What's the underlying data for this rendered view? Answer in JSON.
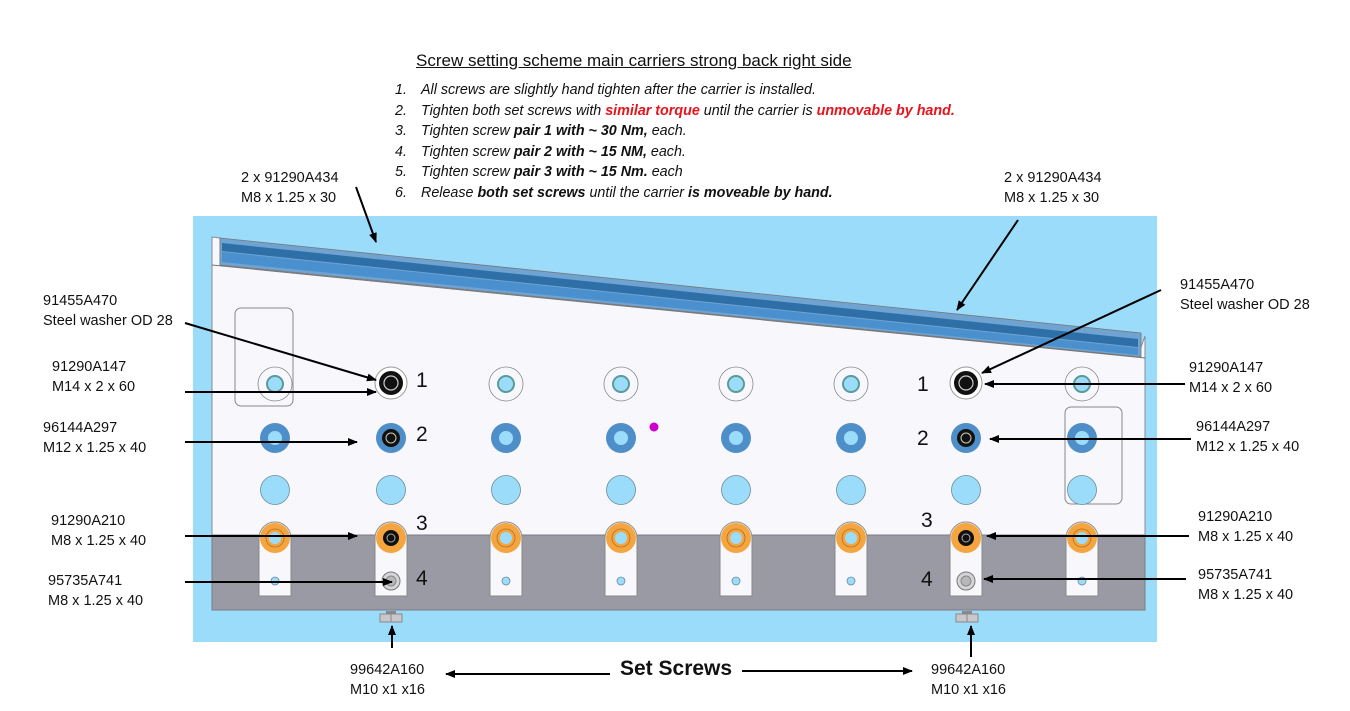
{
  "title": "Screw setting scheme main carriers strong back right side",
  "steps": [
    {
      "num": "1.",
      "parts": [
        {
          "t": "All screws are slightly hand tighten after the carrier is installed.",
          "s": "n"
        }
      ]
    },
    {
      "num": "2.",
      "parts": [
        {
          "t": "Tighten both set screws with ",
          "s": "n"
        },
        {
          "t": "similar torque",
          "s": "r"
        },
        {
          "t": " until the carrier is ",
          "s": "n"
        },
        {
          "t": "unmovable by hand.",
          "s": "r"
        }
      ]
    },
    {
      "num": "3.",
      "parts": [
        {
          "t": "Tighten screw ",
          "s": "n"
        },
        {
          "t": "pair 1 with ~ 30 Nm,",
          "s": "b"
        },
        {
          "t": " each.",
          "s": "n"
        }
      ]
    },
    {
      "num": "4.",
      "parts": [
        {
          "t": "Tighten screw ",
          "s": "n"
        },
        {
          "t": "pair 2 with ~ 15 NM,",
          "s": "b"
        },
        {
          "t": " each.",
          "s": "n"
        }
      ]
    },
    {
      "num": "5.",
      "parts": [
        {
          "t": "Tighten screw ",
          "s": "n"
        },
        {
          "t": "pair 3 with ~ 15 Nm.",
          "s": "b"
        },
        {
          "t": " each",
          "s": "n"
        }
      ]
    },
    {
      "num": "6.",
      "parts": [
        {
          "t": "Release ",
          "s": "n"
        },
        {
          "t": "both set screws",
          "s": "b"
        },
        {
          "t": " until the carrier ",
          "s": "n"
        },
        {
          "t": "is moveable by hand.",
          "s": "b"
        }
      ]
    }
  ],
  "labels": {
    "rail_screws_left": {
      "line1": "2 x 91290A434",
      "line2": "M8 x 1.25 x 30"
    },
    "rail_screws_right": {
      "line1": "2 x 91290A434",
      "line2": "M8 x 1.25 x 30"
    },
    "washer_left": {
      "line1": "91455A470",
      "line2": "Steel washer OD 28"
    },
    "washer_right": {
      "line1": "91455A470",
      "line2": "Steel washer OD 28"
    },
    "pair1_left": {
      "line1": "91290A147",
      "line2": "M14 x 2 x 60"
    },
    "pair1_right": {
      "line1": "91290A147",
      "line2": "M14 x 2 x 60"
    },
    "pair2_left": {
      "line1": "96144A297",
      "line2": "M12 x 1.25 x 40"
    },
    "pair2_right": {
      "line1": "96144A297",
      "line2": "M12 x 1.25 x 40"
    },
    "pair3_left": {
      "line1": "91290A210",
      "line2": "M8 x 1.25 x 40"
    },
    "pair3_right": {
      "line1": "91290A210",
      "line2": "M8 x 1.25 x 40"
    },
    "pair4_left": {
      "line1": "95735A741",
      "line2": "M8 x 1.25 x 40"
    },
    "pair4_right": {
      "line1": "95735A741",
      "line2": "M8 x 1.25 x 40"
    },
    "setscrew_left": {
      "line1": "99642A160",
      "line2": "M10 x1 x16"
    },
    "setscrew_right": {
      "line1": "99642A160",
      "line2": "M10 x1 x16"
    }
  },
  "pair_numbers": {
    "left": [
      "1",
      "2",
      "3",
      "4"
    ],
    "right": [
      "1",
      "2",
      "3",
      "4"
    ]
  },
  "set_screws_label": "Set Screws",
  "colors": {
    "background_blue": "#9bdcfb",
    "plate": "#f8f8fc",
    "rail_dark": "#2f6fa8",
    "rail_light": "#4a90cf",
    "washer_blue": "#4e8fc9",
    "hole_blue": "#9bdcfb",
    "orange": "#f4a540",
    "gray_band": "#9a9aa4",
    "highlight_red": "#e8141b",
    "magenta": "#cc00cc"
  }
}
